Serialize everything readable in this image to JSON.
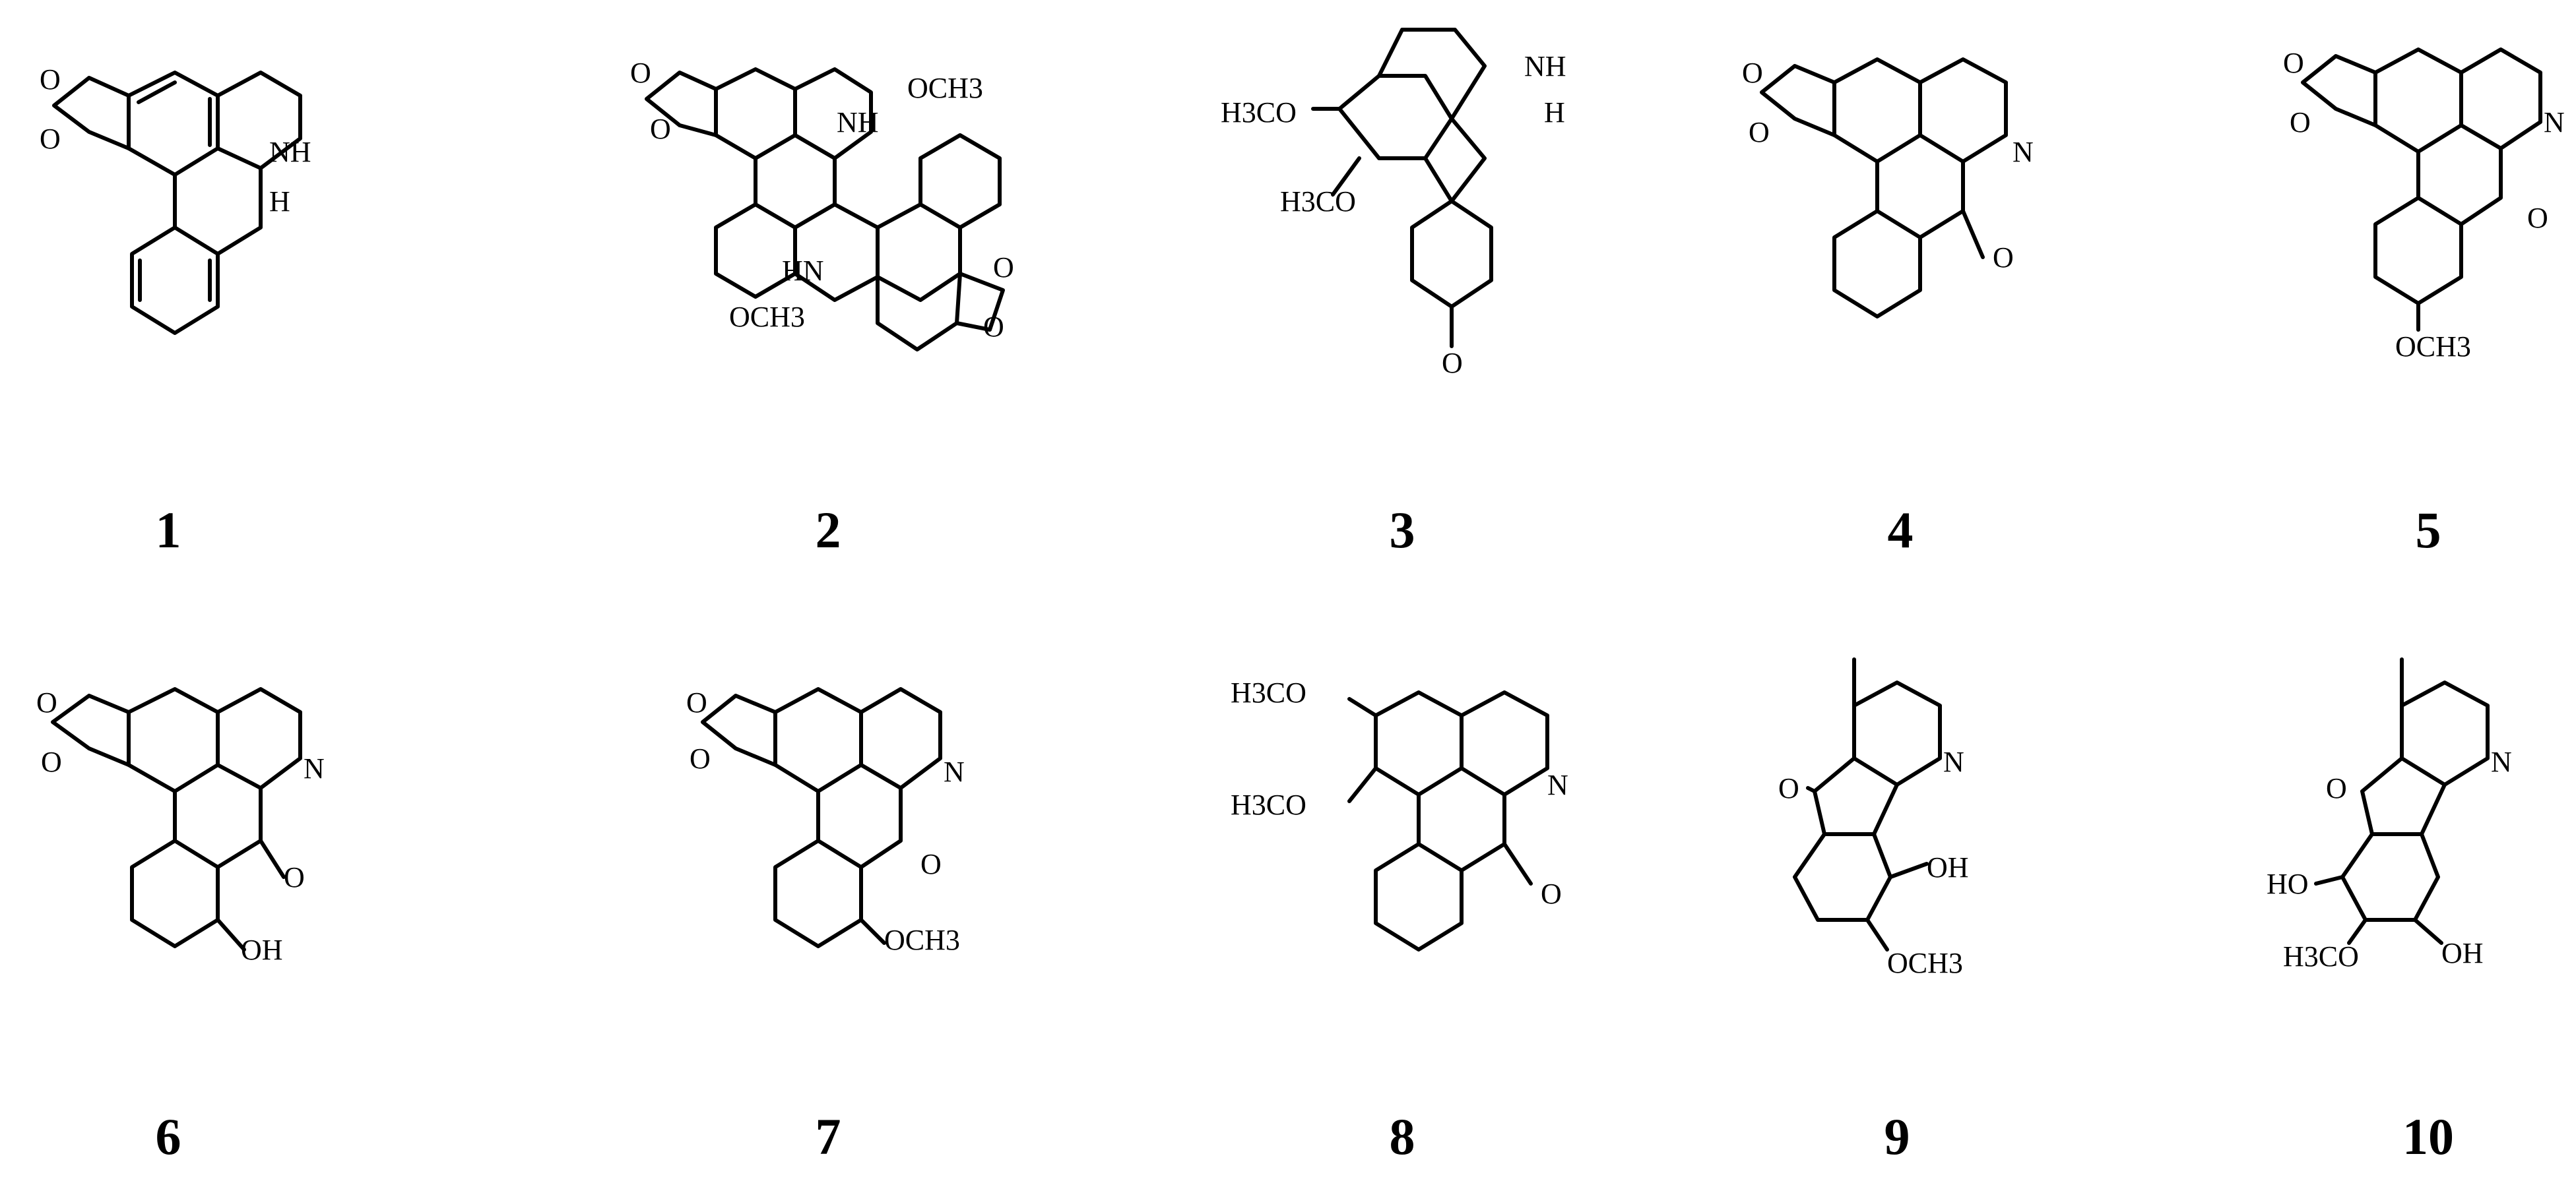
{
  "compounds": [
    {
      "number": "1",
      "labels": [
        "O",
        "O",
        "NH",
        "H"
      ]
    },
    {
      "number": "2",
      "labels": [
        "O",
        "O",
        "NH",
        "OCH3",
        "OCH3",
        "HN",
        "O",
        "O"
      ]
    },
    {
      "number": "3",
      "labels": [
        "H3CO",
        "H3CO",
        "NH",
        "H",
        "O"
      ]
    },
    {
      "number": "4",
      "labels": [
        "O",
        "O",
        "N",
        "O"
      ]
    },
    {
      "number": "5",
      "labels": [
        "O",
        "O",
        "N",
        "O",
        "OCH3"
      ]
    },
    {
      "number": "6",
      "labels": [
        "O",
        "O",
        "N",
        "O",
        "OH"
      ]
    },
    {
      "number": "7",
      "labels": [
        "O",
        "O",
        "N",
        "O",
        "OCH3"
      ]
    },
    {
      "number": "8",
      "labels": [
        "H3CO",
        "H3CO",
        "N",
        "O"
      ]
    },
    {
      "number": "9",
      "labels": [
        "N",
        "O",
        "OH",
        "OCH3"
      ]
    },
    {
      "number": "10",
      "labels": [
        "N",
        "O",
        "HO",
        "H3CO",
        "OH"
      ]
    }
  ]
}
